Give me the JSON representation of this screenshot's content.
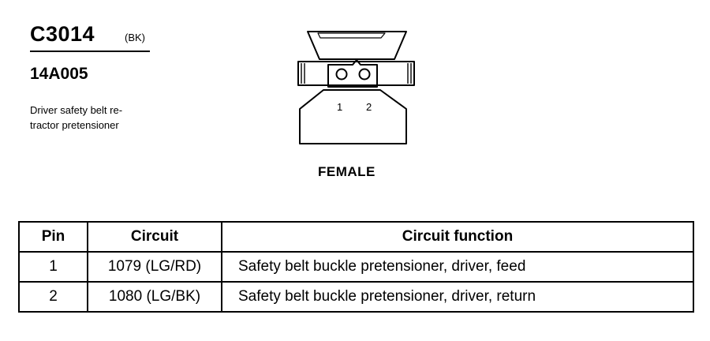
{
  "connector": {
    "id": "C3014",
    "color_code": "(BK)",
    "part_number": "14A005",
    "description_lines": [
      "Driver safety belt re-",
      "tractor pretensioner"
    ]
  },
  "diagram": {
    "pin_labels": [
      "1",
      "2"
    ],
    "gender": "FEMALE"
  },
  "table": {
    "headers": {
      "pin": "Pin",
      "circuit": "Circuit",
      "function": "Circuit function"
    },
    "rows": [
      {
        "pin": "1",
        "circuit": "1079 (LG/RD)",
        "function": "Safety belt buckle pretensioner, driver, feed"
      },
      {
        "pin": "2",
        "circuit": "1080 (LG/BK)",
        "function": "Safety belt buckle pretensioner, driver, return"
      }
    ]
  }
}
